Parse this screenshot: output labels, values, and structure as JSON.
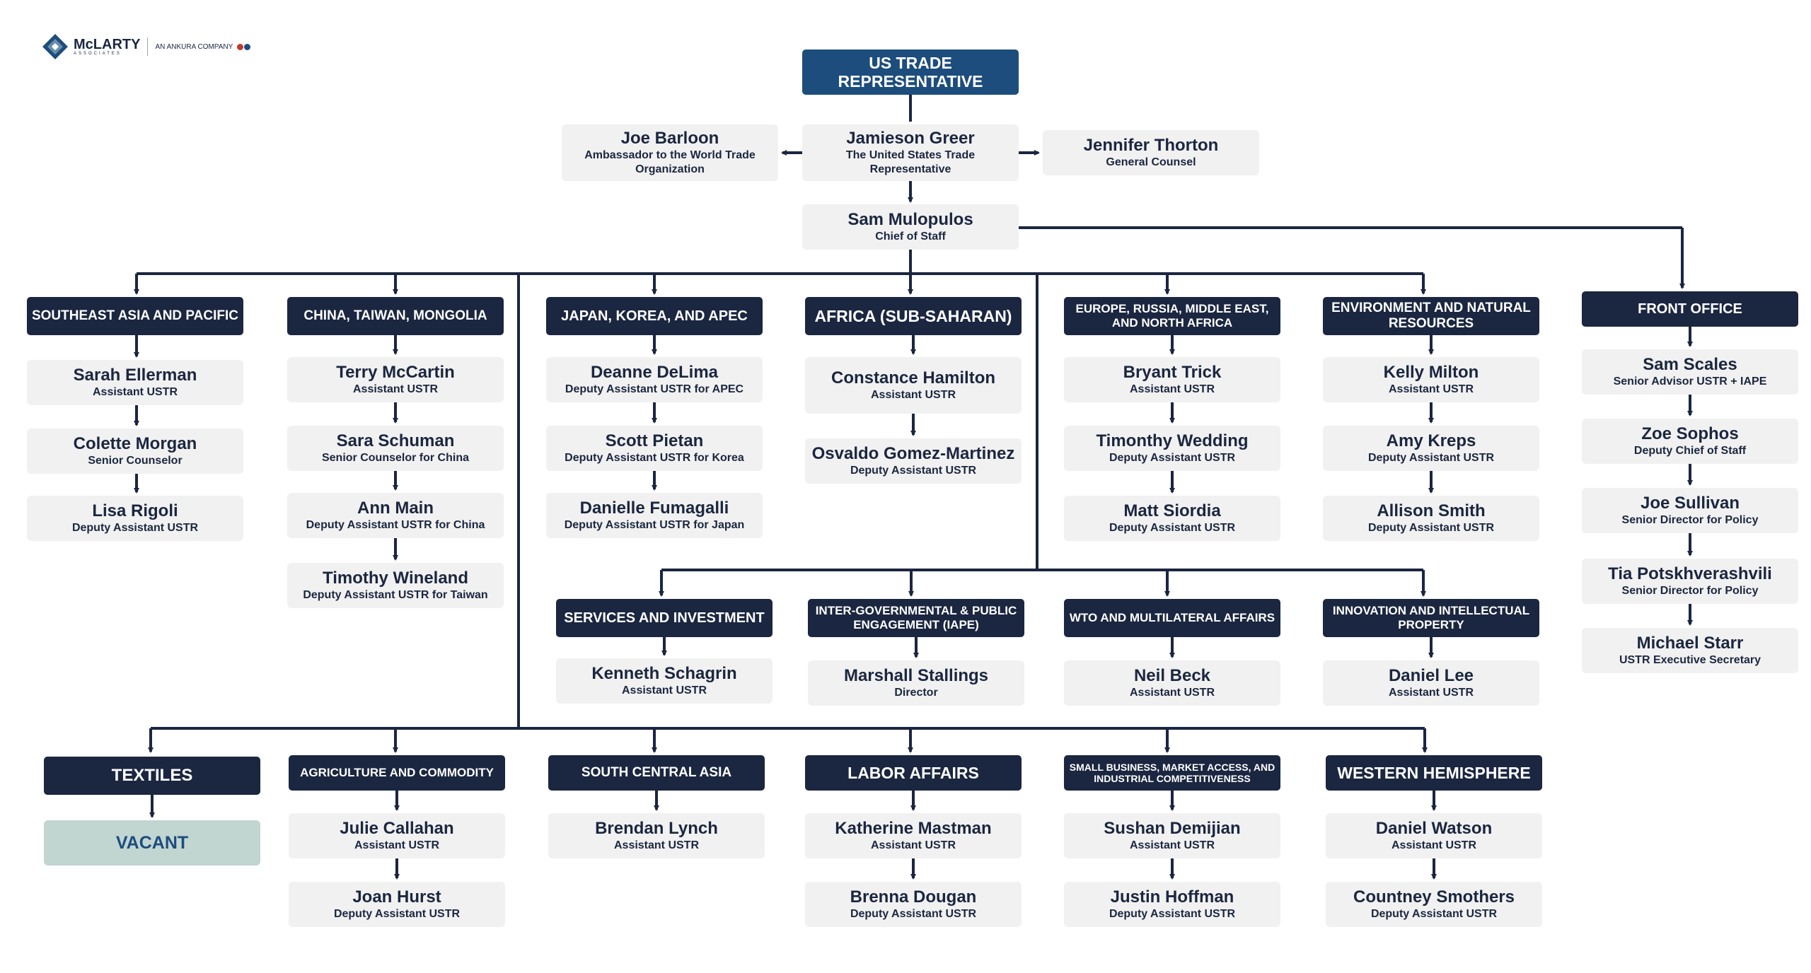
{
  "logo": {
    "name": "McLARTY",
    "sub": "ASSOCIATES",
    "company": "AN ANKURA COMPANY"
  },
  "colors": {
    "header": "#1b2640",
    "top": "#1d4d7d",
    "card": "#f1f1f1",
    "vacant": "#c1d5d1",
    "line": "#1b2640"
  },
  "top": {
    "title": "US TRADE REPRESENTATIVE"
  },
  "leadership": [
    {
      "name": "Joe Barloon",
      "title": "Ambassador to the World Trade Organization"
    },
    {
      "name": "Jamieson Greer",
      "title": "The United States Trade Representative"
    },
    {
      "name": "Jennifer Thorton",
      "title": "General Counsel"
    },
    {
      "name": "Sam Mulopulos",
      "title": "Chief of Staff"
    }
  ],
  "departments": [
    {
      "title": "SOUTHEAST ASIA AND PACIFIC",
      "people": [
        {
          "name": "Sarah Ellerman",
          "title": "Assistant USTR"
        },
        {
          "name": "Colette Morgan",
          "title": "Senior Counselor"
        },
        {
          "name": "Lisa Rigoli",
          "title": "Deputy Assistant USTR"
        }
      ]
    },
    {
      "title": "CHINA, TAIWAN, MONGOLIA",
      "people": [
        {
          "name": "Terry McCartin",
          "title": "Assistant USTR"
        },
        {
          "name": "Sara Schuman",
          "title": "Senior Counselor for China"
        },
        {
          "name": "Ann Main",
          "title": "Deputy Assistant USTR for China"
        },
        {
          "name": "Timothy Wineland",
          "title": "Deputy Assistant USTR for Taiwan"
        }
      ]
    },
    {
      "title": "JAPAN, KOREA, AND APEC",
      "people": [
        {
          "name": "Deanne DeLima",
          "title": "Deputy Assistant USTR for APEC"
        },
        {
          "name": "Scott Pietan",
          "title": "Deputy Assistant USTR for Korea"
        },
        {
          "name": "Danielle Fumagalli",
          "title": "Deputy Assistant USTR for Japan"
        }
      ]
    },
    {
      "title": "AFRICA (SUB-SAHARAN)",
      "people": [
        {
          "name": "Constance Hamilton",
          "title": "Assistant USTR"
        },
        {
          "name": "Osvaldo Gomez-Martinez",
          "title": "Deputy Assistant USTR"
        }
      ]
    },
    {
      "title": "EUROPE, RUSSIA, MIDDLE EAST, AND NORTH AFRICA",
      "people": [
        {
          "name": "Bryant Trick",
          "title": "Assistant USTR"
        },
        {
          "name": "Timonthy Wedding",
          "title": "Deputy Assistant USTR"
        },
        {
          "name": "Matt Siordia",
          "title": "Deputy Assistant USTR"
        }
      ]
    },
    {
      "title": "ENVIRONMENT AND NATURAL RESOURCES",
      "people": [
        {
          "name": "Kelly Milton",
          "title": "Assistant USTR"
        },
        {
          "name": "Amy Kreps",
          "title": "Deputy Assistant USTR"
        },
        {
          "name": "Allison Smith",
          "title": "Deputy Assistant USTR"
        }
      ]
    },
    {
      "title": "FRONT OFFICE",
      "people": [
        {
          "name": "Sam Scales",
          "title": "Senior Advisor USTR + IAPE"
        },
        {
          "name": "Zoe Sophos",
          "title": "Deputy Chief of Staff"
        },
        {
          "name": "Joe Sullivan",
          "title": "Senior Director for Policy"
        },
        {
          "name": "Tia Potskhverashvili",
          "title": "Senior Director for Policy"
        },
        {
          "name": "Michael Starr",
          "title": "USTR Executive Secretary"
        }
      ]
    },
    {
      "title": "SERVICES AND INVESTMENT",
      "people": [
        {
          "name": "Kenneth Schagrin",
          "title": "Assistant USTR"
        }
      ]
    },
    {
      "title": "INTER-GOVERNMENTAL & PUBLIC ENGAGEMENT (IAPE)",
      "people": [
        {
          "name": "Marshall Stallings",
          "title": "Director"
        }
      ]
    },
    {
      "title": "WTO AND MULTILATERAL AFFAIRS",
      "people": [
        {
          "name": "Neil Beck",
          "title": "Assistant USTR"
        }
      ]
    },
    {
      "title": "INNOVATION AND INTELLECTUAL PROPERTY",
      "people": [
        {
          "name": "Daniel Lee",
          "title": "Assistant USTR"
        }
      ]
    },
    {
      "title": "TEXTILES",
      "people": [],
      "vacant": "VACANT"
    },
    {
      "title": "AGRICULTURE AND COMMODITY",
      "people": [
        {
          "name": "Julie Callahan",
          "title": "Assistant USTR"
        },
        {
          "name": "Joan Hurst",
          "title": "Deputy Assistant USTR"
        }
      ]
    },
    {
      "title": "SOUTH CENTRAL ASIA",
      "people": [
        {
          "name": "Brendan Lynch",
          "title": "Assistant USTR"
        }
      ]
    },
    {
      "title": "LABOR AFFAIRS",
      "people": [
        {
          "name": "Katherine Mastman",
          "title": "Assistant USTR"
        },
        {
          "name": "Brenna Dougan",
          "title": "Deputy Assistant USTR"
        }
      ]
    },
    {
      "title": "SMALL BUSINESS, MARKET ACCESS, AND INDUSTRIAL COMPETITIVENESS",
      "people": [
        {
          "name": "Sushan Demijian",
          "title": "Assistant USTR"
        },
        {
          "name": "Justin Hoffman",
          "title": "Deputy Assistant USTR"
        }
      ]
    },
    {
      "title": "WESTERN HEMISPHERE",
      "people": [
        {
          "name": "Daniel Watson",
          "title": "Assistant USTR"
        },
        {
          "name": "Countney Smothers",
          "title": "Deputy Assistant USTR"
        }
      ]
    }
  ]
}
